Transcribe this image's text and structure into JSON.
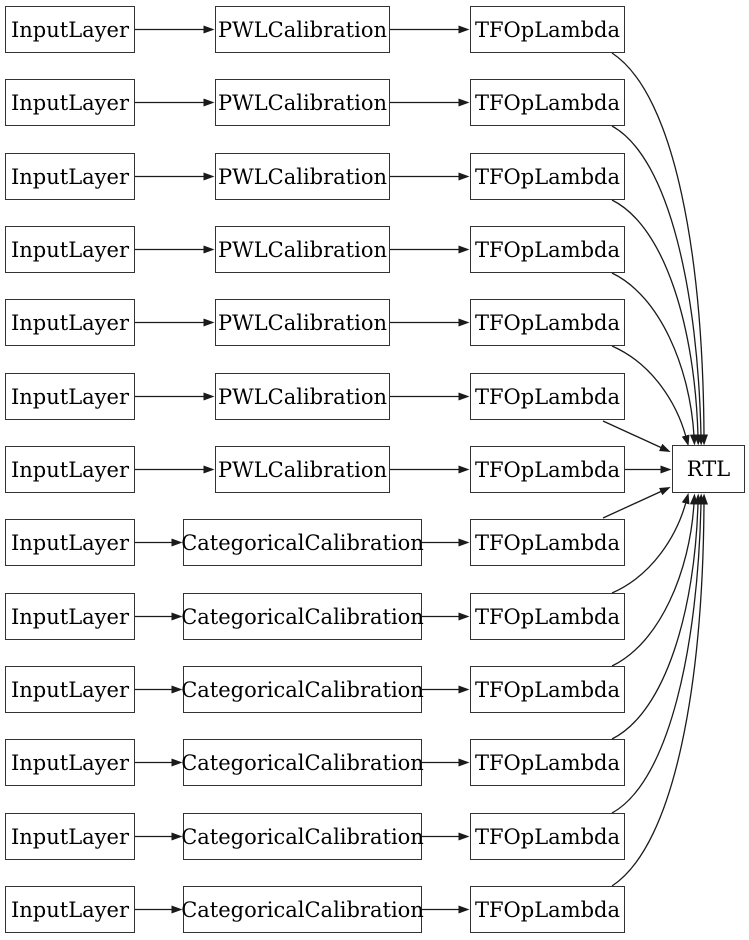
{
  "diagram": {
    "type": "model-graph",
    "background_color": "#ffffff",
    "node_fill_color": "#ffffff",
    "node_border_color": "#333333",
    "edge_color": "#1a1a1a",
    "text_color": "#000000",
    "rtl_label": "RTL",
    "rows": [
      {
        "row": 1,
        "input": "InputLayer",
        "calibration": "PWLCalibration",
        "op": "TFOpLambda"
      },
      {
        "row": 2,
        "input": "InputLayer",
        "calibration": "PWLCalibration",
        "op": "TFOpLambda"
      },
      {
        "row": 3,
        "input": "InputLayer",
        "calibration": "PWLCalibration",
        "op": "TFOpLambda"
      },
      {
        "row": 4,
        "input": "InputLayer",
        "calibration": "PWLCalibration",
        "op": "TFOpLambda"
      },
      {
        "row": 5,
        "input": "InputLayer",
        "calibration": "PWLCalibration",
        "op": "TFOpLambda"
      },
      {
        "row": 6,
        "input": "InputLayer",
        "calibration": "PWLCalibration",
        "op": "TFOpLambda"
      },
      {
        "row": 7,
        "input": "InputLayer",
        "calibration": "PWLCalibration",
        "op": "TFOpLambda"
      },
      {
        "row": 8,
        "input": "InputLayer",
        "calibration": "CategoricalCalibration",
        "op": "TFOpLambda"
      },
      {
        "row": 9,
        "input": "InputLayer",
        "calibration": "CategoricalCalibration",
        "op": "TFOpLambda"
      },
      {
        "row": 10,
        "input": "InputLayer",
        "calibration": "CategoricalCalibration",
        "op": "TFOpLambda"
      },
      {
        "row": 11,
        "input": "InputLayer",
        "calibration": "CategoricalCalibration",
        "op": "TFOpLambda"
      },
      {
        "row": 12,
        "input": "InputLayer",
        "calibration": "CategoricalCalibration",
        "op": "TFOpLambda"
      },
      {
        "row": 13,
        "input": "InputLayer",
        "calibration": "CategoricalCalibration",
        "op": "TFOpLambda"
      }
    ],
    "edges": [
      {
        "from": "input-1",
        "to": "calibration-1"
      },
      {
        "from": "calibration-1",
        "to": "op-1"
      },
      {
        "from": "op-1",
        "to": "rtl"
      },
      {
        "from": "input-2",
        "to": "calibration-2"
      },
      {
        "from": "calibration-2",
        "to": "op-2"
      },
      {
        "from": "op-2",
        "to": "rtl"
      },
      {
        "from": "input-3",
        "to": "calibration-3"
      },
      {
        "from": "calibration-3",
        "to": "op-3"
      },
      {
        "from": "op-3",
        "to": "rtl"
      },
      {
        "from": "input-4",
        "to": "calibration-4"
      },
      {
        "from": "calibration-4",
        "to": "op-4"
      },
      {
        "from": "op-4",
        "to": "rtl"
      },
      {
        "from": "input-5",
        "to": "calibration-5"
      },
      {
        "from": "calibration-5",
        "to": "op-5"
      },
      {
        "from": "op-5",
        "to": "rtl"
      },
      {
        "from": "input-6",
        "to": "calibration-6"
      },
      {
        "from": "calibration-6",
        "to": "op-6"
      },
      {
        "from": "op-6",
        "to": "rtl"
      },
      {
        "from": "input-7",
        "to": "calibration-7"
      },
      {
        "from": "calibration-7",
        "to": "op-7"
      },
      {
        "from": "op-7",
        "to": "rtl"
      },
      {
        "from": "input-8",
        "to": "calibration-8"
      },
      {
        "from": "calibration-8",
        "to": "op-8"
      },
      {
        "from": "op-8",
        "to": "rtl"
      },
      {
        "from": "input-9",
        "to": "calibration-9"
      },
      {
        "from": "calibration-9",
        "to": "op-9"
      },
      {
        "from": "op-9",
        "to": "rtl"
      },
      {
        "from": "input-10",
        "to": "calibration-10"
      },
      {
        "from": "calibration-10",
        "to": "op-10"
      },
      {
        "from": "op-10",
        "to": "rtl"
      },
      {
        "from": "input-11",
        "to": "calibration-11"
      },
      {
        "from": "calibration-11",
        "to": "op-11"
      },
      {
        "from": "op-11",
        "to": "rtl"
      },
      {
        "from": "input-12",
        "to": "calibration-12"
      },
      {
        "from": "calibration-12",
        "to": "op-12"
      },
      {
        "from": "op-12",
        "to": "rtl"
      },
      {
        "from": "input-13",
        "to": "calibration-13"
      },
      {
        "from": "calibration-13",
        "to": "op-13"
      },
      {
        "from": "op-13",
        "to": "rtl"
      }
    ]
  }
}
